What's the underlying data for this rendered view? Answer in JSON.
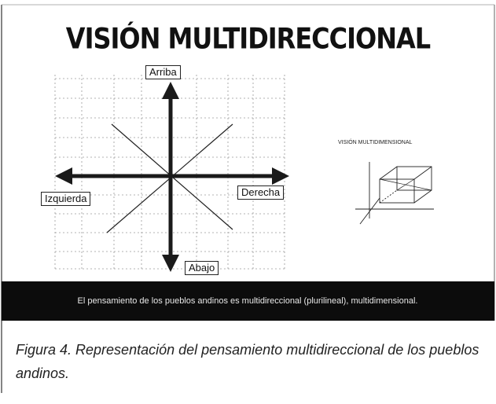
{
  "figure": {
    "title": "VISIÓN MULTIDIRECCIONAL",
    "labels": {
      "up": "Arriba",
      "down": "Abajo",
      "left": "Izquierda",
      "right": "Derecha"
    },
    "sub_figure_title": "VISIÓN MULTIDIMENSIONAL",
    "banner_text": "El pensamiento de los pueblos andinos es multidireccional (plurilineal), multidimensional.",
    "caption": "Figura 4. Representación del pensamiento multidireccional de los pueblos andinos."
  },
  "colors": {
    "arrow": "#1a1a1a",
    "banner_background": "#0c0c0c",
    "banner_text": "#e8e8e8",
    "grid": "#9a9a9a"
  }
}
